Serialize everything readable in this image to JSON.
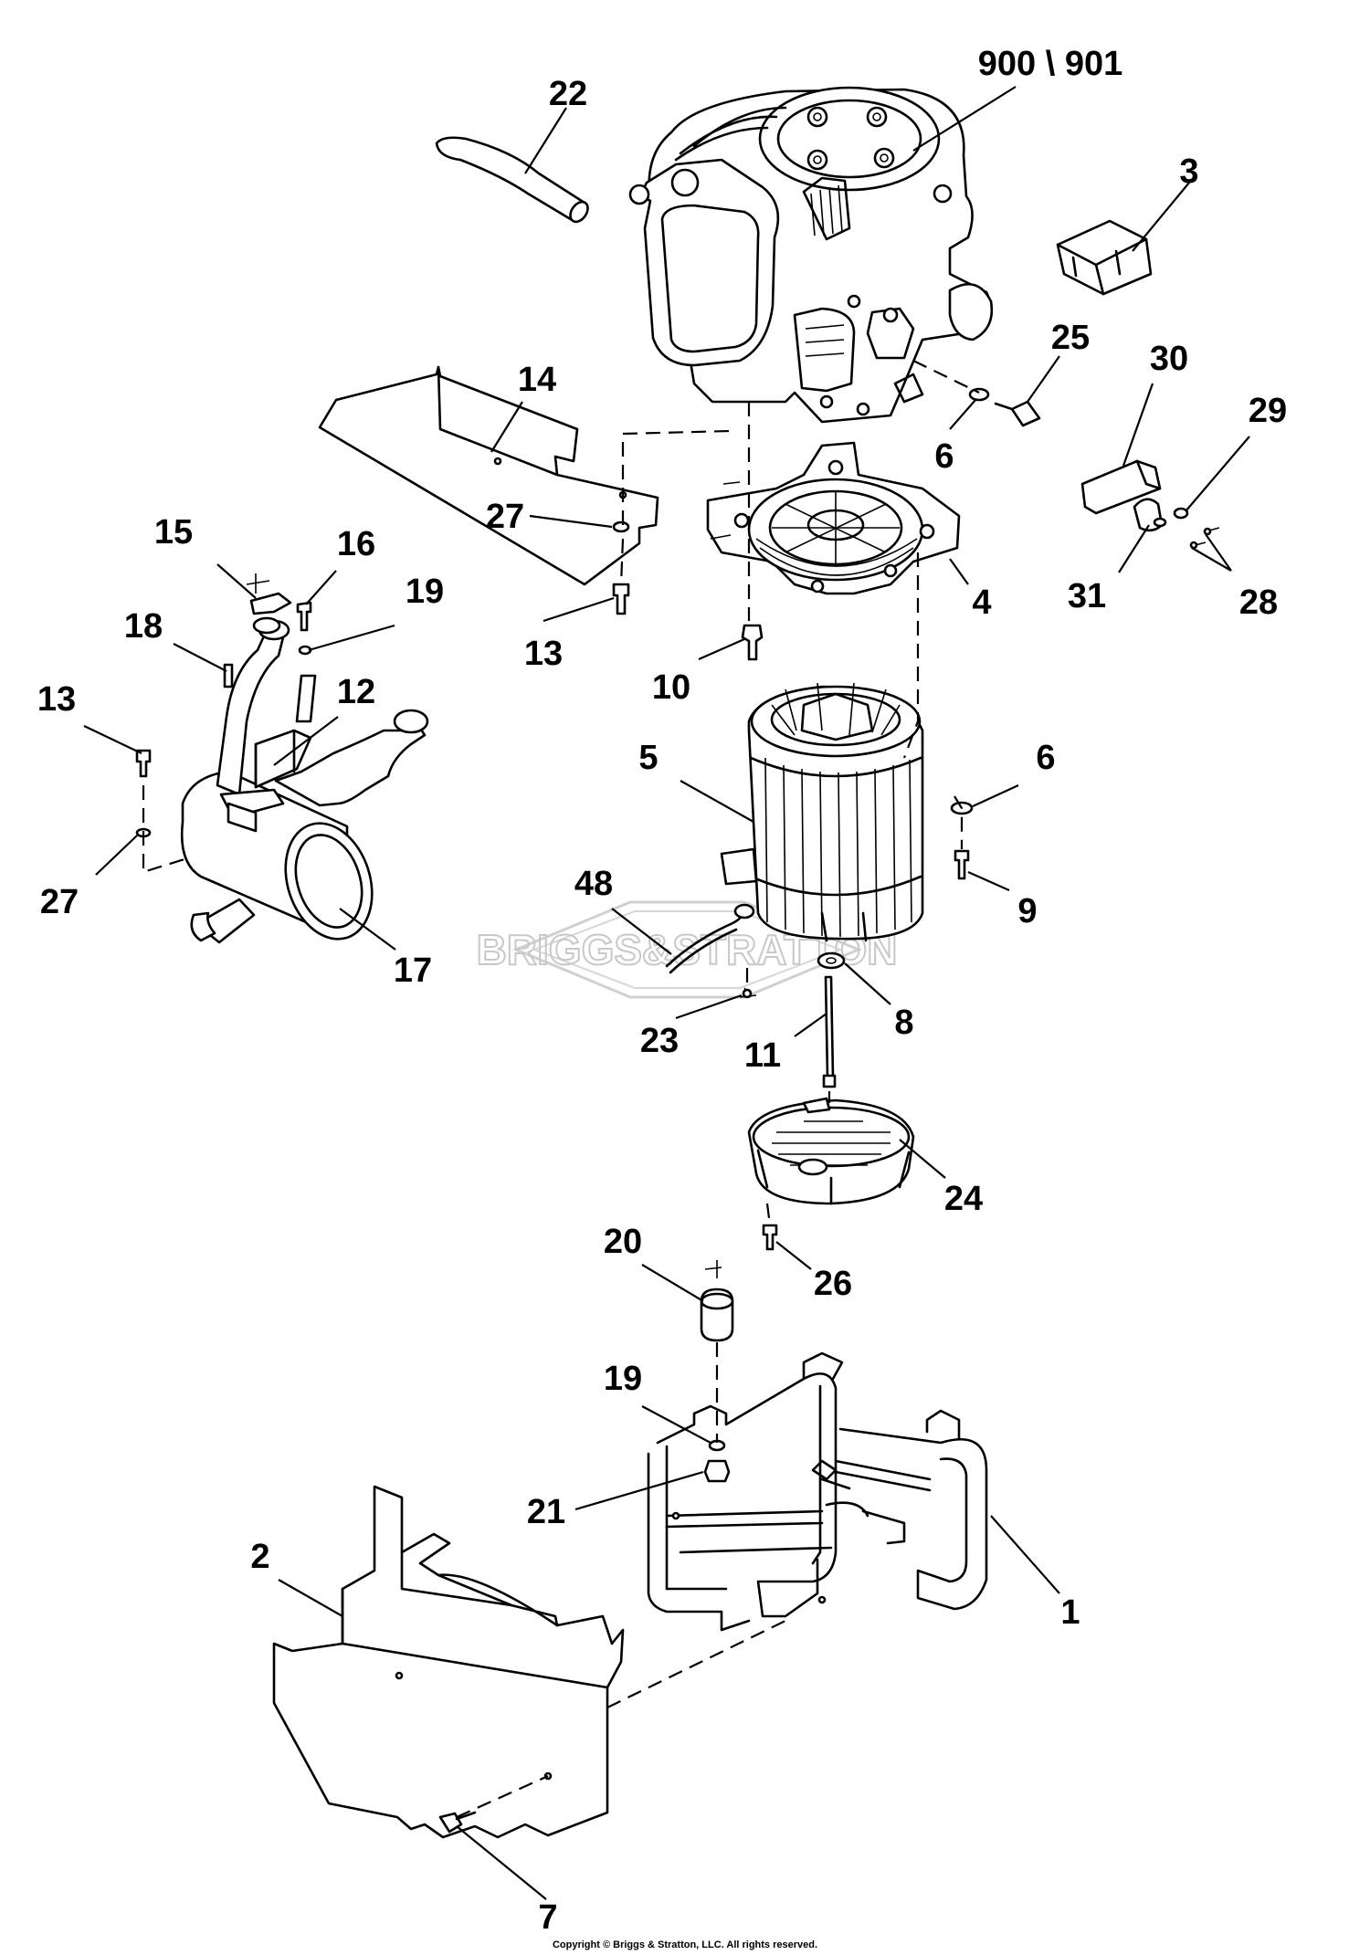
{
  "watermark": "BRIGGS&STRATTON",
  "copyright": "Copyright © Briggs & Stratton, LLC. All rights reserved.",
  "callouts": [
    {
      "id": "900-901",
      "text": "900 \\ 901"
    },
    {
      "id": "22",
      "text": "22"
    },
    {
      "id": "3",
      "text": "3"
    },
    {
      "id": "25",
      "text": "25"
    },
    {
      "id": "30",
      "text": "30"
    },
    {
      "id": "14",
      "text": "14"
    },
    {
      "id": "6a",
      "text": "6"
    },
    {
      "id": "29",
      "text": "29"
    },
    {
      "id": "27a",
      "text": "27"
    },
    {
      "id": "15",
      "text": "15"
    },
    {
      "id": "16",
      "text": "16"
    },
    {
      "id": "31",
      "text": "31"
    },
    {
      "id": "28",
      "text": "28"
    },
    {
      "id": "4",
      "text": "4"
    },
    {
      "id": "19a",
      "text": "19"
    },
    {
      "id": "18",
      "text": "18"
    },
    {
      "id": "13a",
      "text": "13"
    },
    {
      "id": "10",
      "text": "10"
    },
    {
      "id": "13b",
      "text": "13"
    },
    {
      "id": "12",
      "text": "12"
    },
    {
      "id": "5",
      "text": "5"
    },
    {
      "id": "6b",
      "text": "6"
    },
    {
      "id": "27b",
      "text": "27"
    },
    {
      "id": "48",
      "text": "48"
    },
    {
      "id": "9",
      "text": "9"
    },
    {
      "id": "17",
      "text": "17"
    },
    {
      "id": "8",
      "text": "8"
    },
    {
      "id": "23",
      "text": "23"
    },
    {
      "id": "11",
      "text": "11"
    },
    {
      "id": "24",
      "text": "24"
    },
    {
      "id": "20",
      "text": "20"
    },
    {
      "id": "26",
      "text": "26"
    },
    {
      "id": "19b",
      "text": "19"
    },
    {
      "id": "2",
      "text": "2"
    },
    {
      "id": "21",
      "text": "21"
    },
    {
      "id": "1",
      "text": "1"
    },
    {
      "id": "7",
      "text": "7"
    }
  ]
}
